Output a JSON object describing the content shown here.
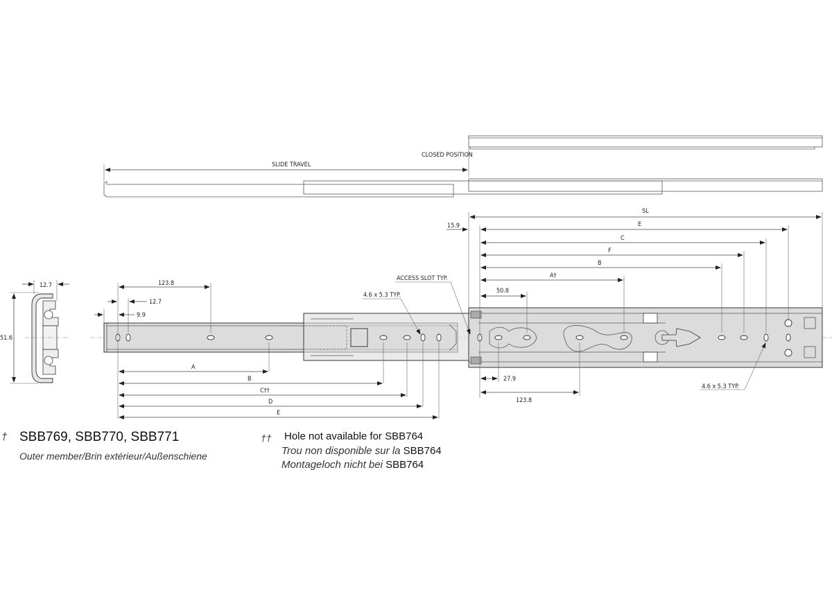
{
  "top_view": {
    "closed_position": "CLOSED POSITION",
    "slide_travel": "SLIDE TRAVEL"
  },
  "cross_section": {
    "width": "12.7",
    "height": "51.6"
  },
  "inner_member": {
    "dim_123_8": "123.8",
    "dim_12_7": "12.7",
    "dim_9_9": "9.9",
    "hole_note": "4.6 x 5.3 TYP.",
    "access_slot": "ACCESS SLOT TYP.",
    "A": "A",
    "B": "B",
    "C": "C††",
    "D": "D",
    "E": "E"
  },
  "outer_member": {
    "SL": "SL",
    "E": "E",
    "C": "C",
    "F": "F",
    "B": "B",
    "A": "A†",
    "dim_50_8": "50.8",
    "dim_15_9": "15.9",
    "dim_27_9": "27.9",
    "dim_123_8": "123.8",
    "hole_note": "4.6 x 5.3 TYP."
  },
  "notes": {
    "dagger_symbol": "†",
    "dagger_models": "SBB769, SBB770, SBB771",
    "dagger_desc": "Outer member/Brin extérieur/Außenschiene",
    "ddagger_symbol": "††",
    "ddagger_line1": "Hole not available for SBB764",
    "ddagger_line2_italic": "Trou non disponible sur la ",
    "ddagger_line2_model": "SBB764",
    "ddagger_line3_italic": "Montageloch nicht bei ",
    "ddagger_line3_model": "SBB764"
  }
}
